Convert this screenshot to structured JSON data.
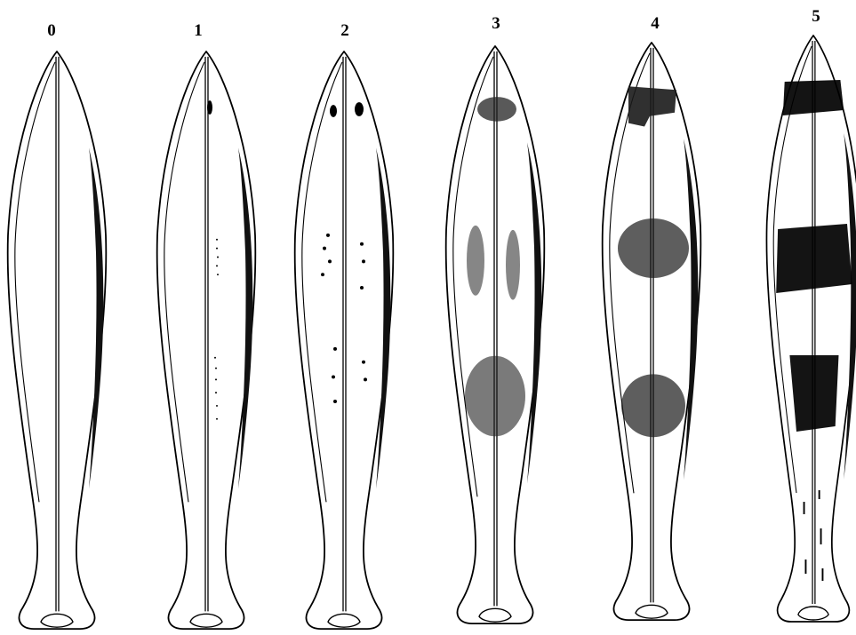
{
  "figure": {
    "labels": [
      "0",
      "1",
      "2",
      "3",
      "4",
      "5"
    ]
  }
}
